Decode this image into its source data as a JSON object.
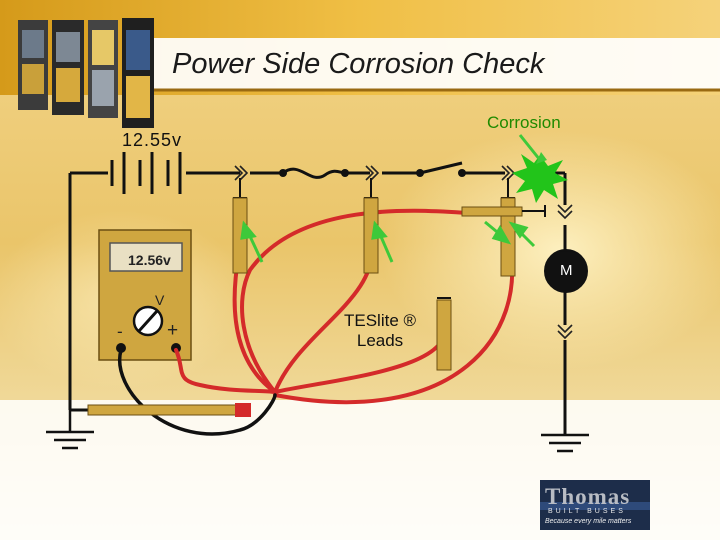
{
  "title": "Power Side Corrosion Check",
  "battery": {
    "reading": "12.55v"
  },
  "corrosion": {
    "label": "Corrosion"
  },
  "meter": {
    "reading": "12.56v",
    "unit_symbol": "V",
    "minus": "-",
    "plus": "+"
  },
  "motor": {
    "label": "M"
  },
  "leads": {
    "line1": "TESlite ®",
    "line2": "Leads"
  },
  "logo": {
    "name": "Thomas",
    "subline": "BUILT BUSES",
    "tagline": "Because every mile matters"
  },
  "colors": {
    "wire": "#111111",
    "lead_red": "#d42a2a",
    "probe": "#cfa640",
    "corrosion": "#22c41a",
    "arrow": "#3ec93a",
    "banner": "#d8a62a"
  }
}
